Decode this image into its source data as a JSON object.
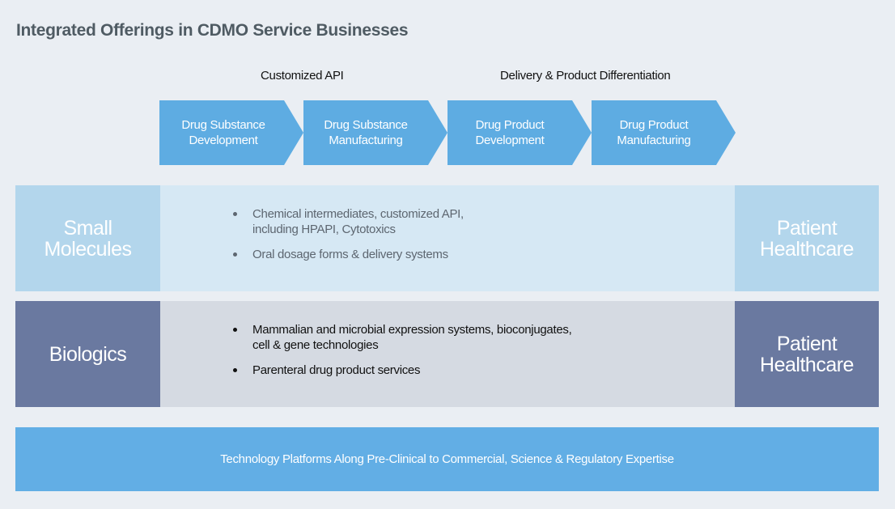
{
  "title": "Integrated Offerings in CDMO Service Businesses",
  "groups": {
    "customized_api": "Customized API",
    "delivery": "Delivery & Product Differentiation"
  },
  "process_steps": [
    {
      "line1": "Drug Substance",
      "line2": "Development"
    },
    {
      "line1": "Drug Substance",
      "line2": "Manufacturing"
    },
    {
      "line1": "Drug Product",
      "line2": "Development"
    },
    {
      "line1": "Drug Product",
      "line2": "Manufacturing"
    }
  ],
  "rows": [
    {
      "left": {
        "line1": "Small",
        "line2": "Molecules"
      },
      "bullets": [
        {
          "line1": "Chemical intermediates, customized API,",
          "line2": "including HPAPI, Cytotoxics"
        },
        {
          "line1": "Oral dosage forms & delivery systems",
          "line2": ""
        }
      ],
      "right": {
        "line1": "Patient",
        "line2": "Healthcare"
      }
    },
    {
      "left": {
        "line1": "Biologics",
        "line2": ""
      },
      "bullets": [
        {
          "line1": "Mammalian and microbial expression systems, bioconjugates,",
          "line2": "cell & gene technologies"
        },
        {
          "line1": "Parenteral drug product services",
          "line2": ""
        }
      ],
      "right": {
        "line1": "Patient",
        "line2": "Healthcare"
      }
    }
  ],
  "footer": "Technology Platforms Along Pre-Clinical to Commercial, Science & Regulatory Expertise",
  "colors": {
    "arrow": "#5eace2",
    "small_molecules_side": "#b3d6ec",
    "small_molecules_mid": "#d6e8f4",
    "biologics_side": "#6a79a0",
    "biologics_mid": "#d5dae2",
    "footer": "#62aee5"
  }
}
